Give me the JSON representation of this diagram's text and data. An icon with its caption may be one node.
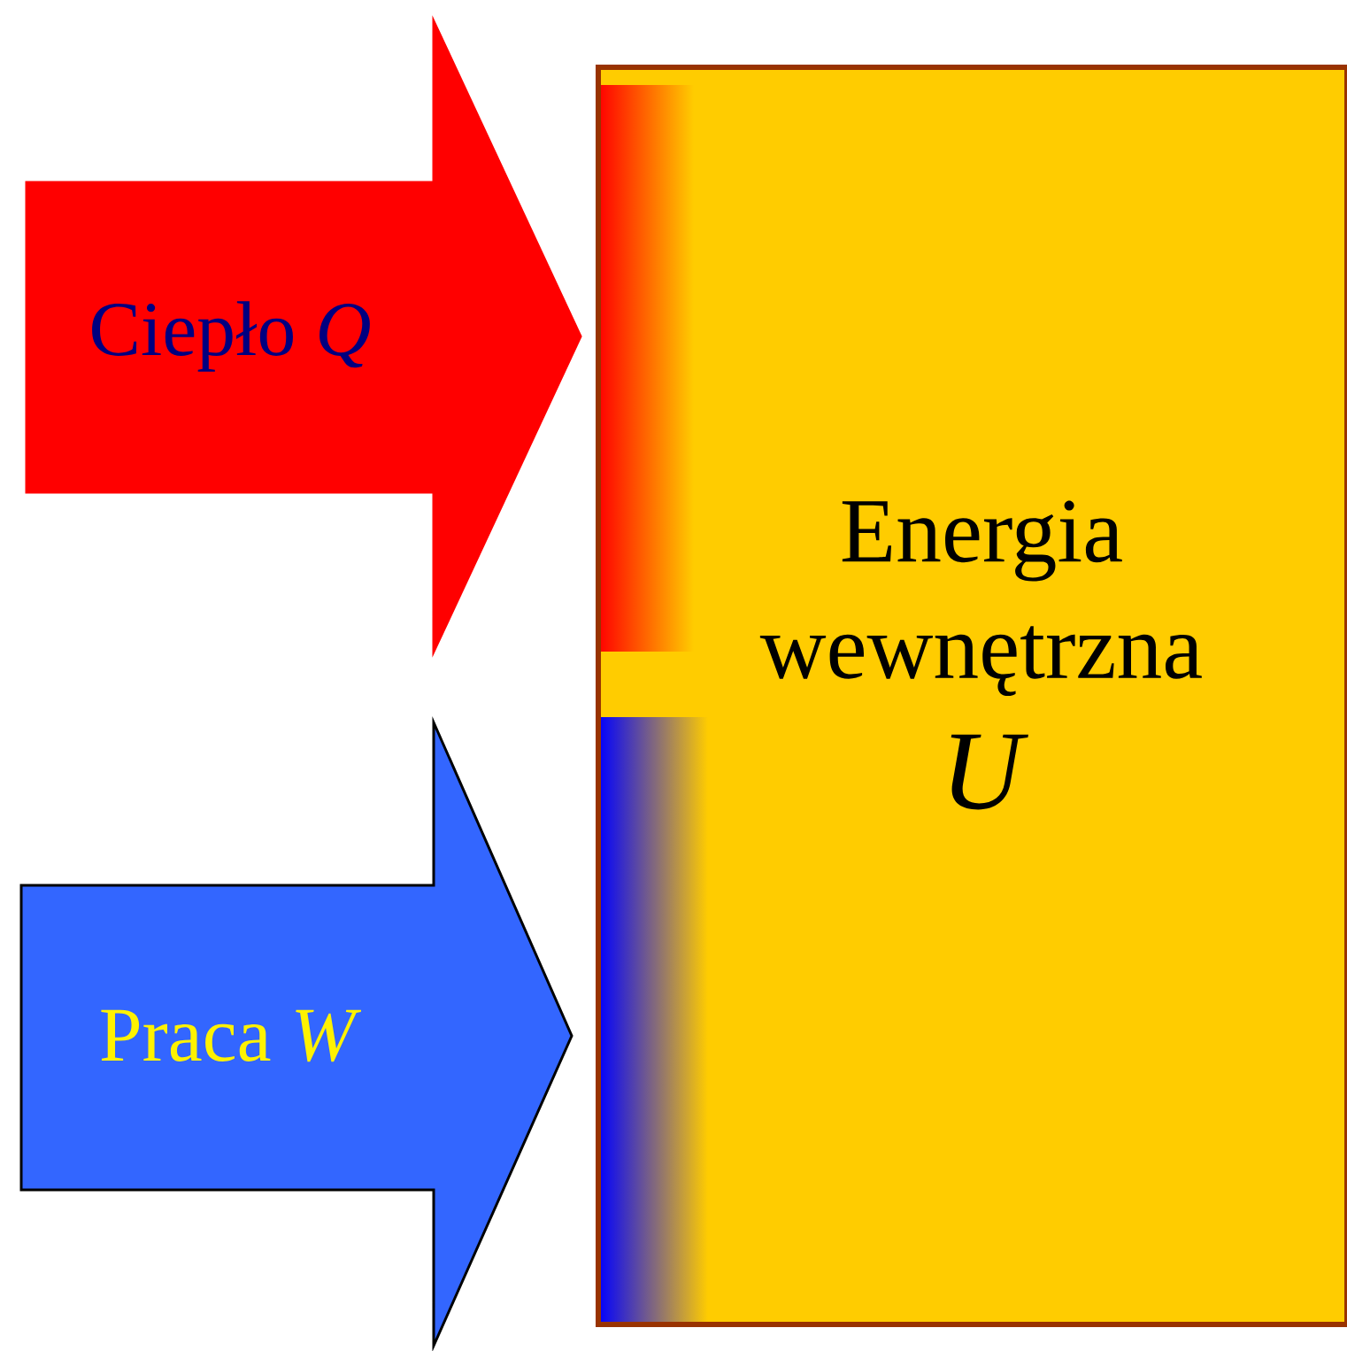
{
  "diagram": {
    "nodes": [
      {
        "text": [
          "Ciepło *Q*"
        ]
      },
      {
        "text": [
          "Praca *W*"
        ]
      },
      {
        "text": [
          "Energia wewnętrzna",
          "U"
        ]
      }
    ]
  }
}
